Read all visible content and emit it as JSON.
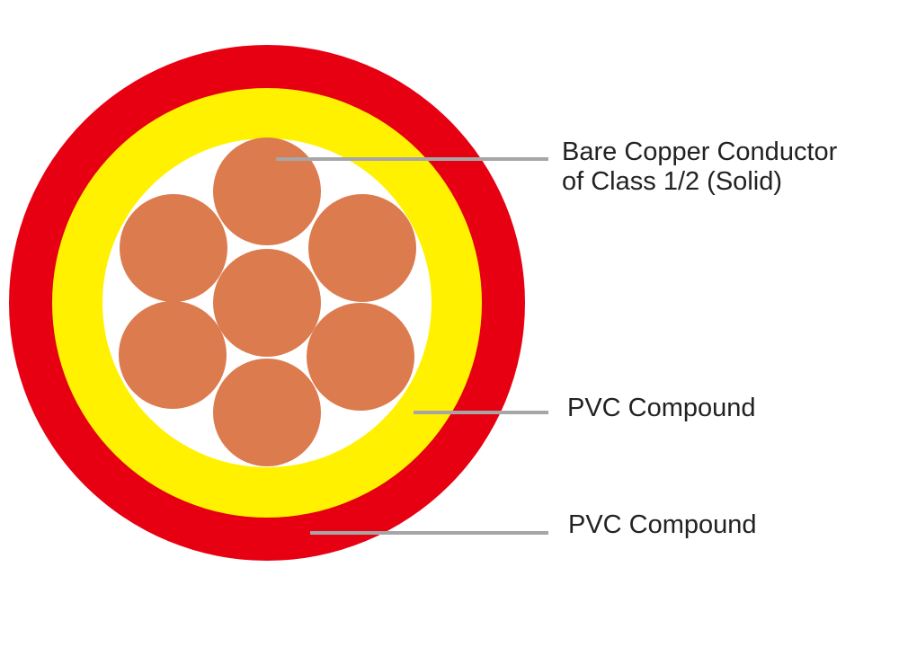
{
  "colors": {
    "outer_sheath": "#E60012",
    "insulation": "#FFF100",
    "core_fill": "#FFFFFF",
    "conductor": "#DC7B4E",
    "leader_line": "#A6A6A6",
    "label_text": "#222222"
  },
  "labels": {
    "conductor_line1": "Bare Copper Conductor",
    "conductor_line2": "of Class 1/2 (Solid)",
    "insulation": "PVC Compound",
    "sheath": "PVC Compound"
  }
}
